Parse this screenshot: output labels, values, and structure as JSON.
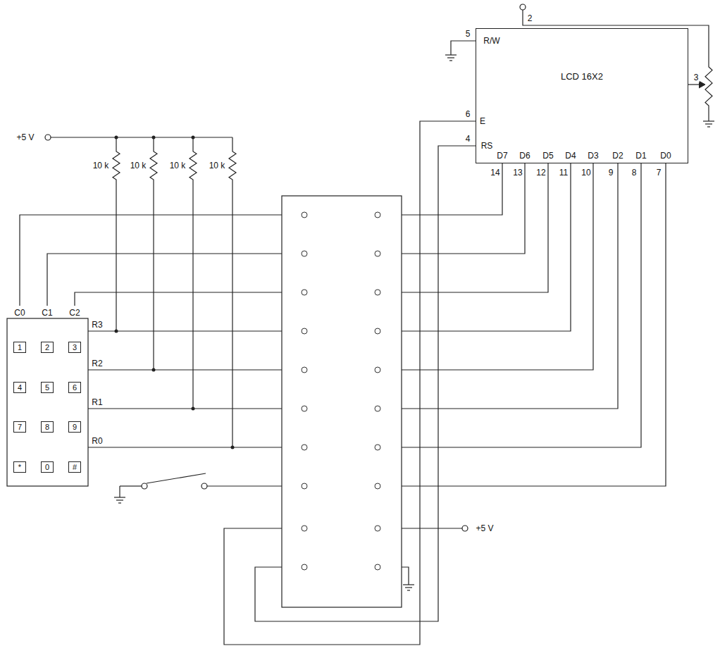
{
  "diagram": {
    "nodes": [
      {
        "text": [
          "LCD 16X2"
        ]
      },
      {
        "text": [
          "1"
        ]
      },
      {
        "text": [
          "2"
        ]
      },
      {
        "text": [
          "3"
        ]
      },
      {
        "text": [
          "4"
        ]
      },
      {
        "text": [
          "5"
        ]
      },
      {
        "text": [
          "6"
        ]
      },
      {
        "text": [
          "7"
        ]
      },
      {
        "text": [
          "8"
        ]
      },
      {
        "text": [
          "9"
        ]
      },
      {
        "text": [
          "*"
        ]
      },
      {
        "text": [
          "0"
        ]
      },
      {
        "text": [
          "#"
        ]
      }
    ],
    "labels": [
      "+5 V",
      "10 k",
      "10 k",
      "10 k",
      "10 k",
      "C0",
      "C1",
      "C2",
      "R3",
      "R2",
      "R1",
      "R0",
      "2",
      "5",
      "R/W",
      "3",
      "6",
      "E",
      "4",
      "RS",
      "D7",
      "D6",
      "D5",
      "D4",
      "D3",
      "D2",
      "D1",
      "D0",
      "14",
      "13",
      "12",
      "11",
      "10",
      "9",
      "8",
      "7",
      "+5 V"
    ]
  }
}
